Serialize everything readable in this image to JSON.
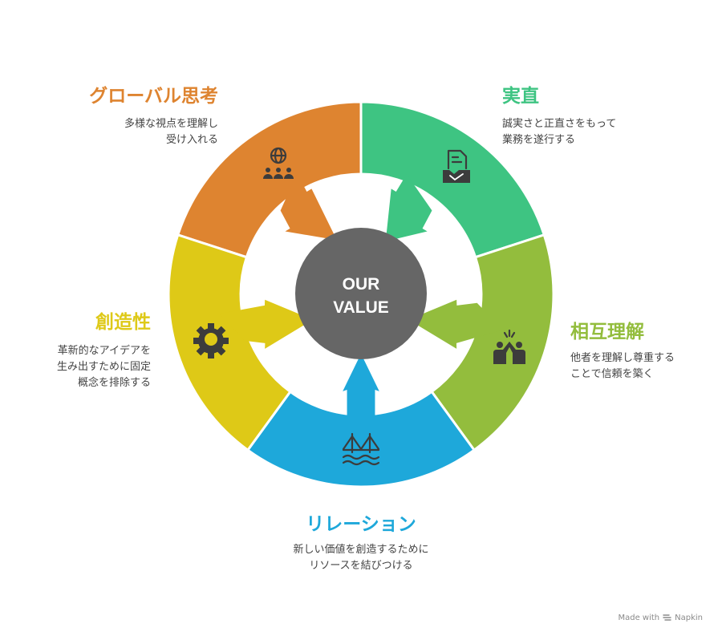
{
  "center": {
    "line1": "OUR",
    "line2": "VALUE"
  },
  "colors": {
    "orange": "#DE8430",
    "green": "#3EC482",
    "lime": "#93BD3D",
    "blue": "#1EA8DA",
    "yellow": "#DEC917",
    "hub": "#666666",
    "icon": "#3C3C3C"
  },
  "sections": {
    "global": {
      "title": "グローバル思考",
      "desc": "多様な視点を理解し\n受け入れる",
      "icon": "globe-people-icon"
    },
    "honesty": {
      "title": "実直",
      "desc": "誠実さと正直さをもって\n業務を遂行する",
      "icon": "document-handshake-icon"
    },
    "mutual": {
      "title": "相互理解",
      "desc": "他者を理解し尊重する\nことで信頼を築く",
      "icon": "high-five-icon"
    },
    "relation": {
      "title": "リレーション",
      "desc": "新しい価値を創造するために\nリソースを結びつける",
      "icon": "bridge-icon"
    },
    "creative": {
      "title": "創造性",
      "desc": "革新的なアイデアを\n生み出すために固定\n概念を排除する",
      "icon": "gear-bulb-icon"
    }
  },
  "footer": {
    "made_with": "Made with",
    "brand": "Napkin"
  }
}
